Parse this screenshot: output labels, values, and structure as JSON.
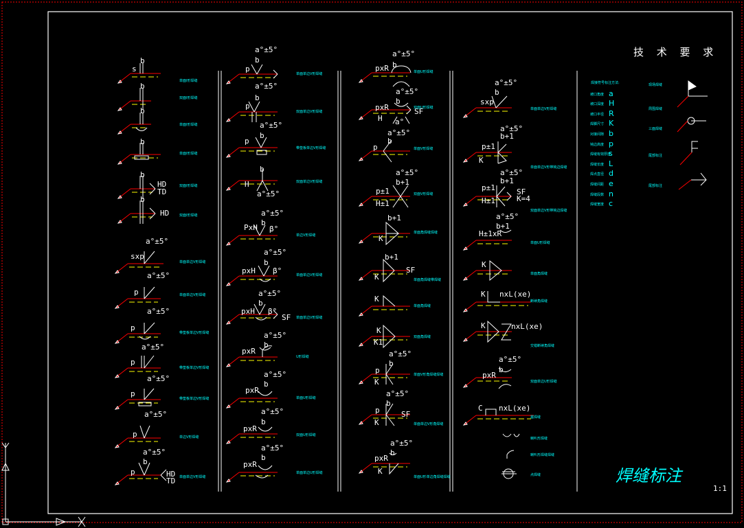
{
  "title": "焊缝标注",
  "scale": "1:1",
  "tech_requirements_title": "技 术 要 求",
  "colors": {
    "background": "#000000",
    "line": "#ffffff",
    "leader": "#ff0000",
    "text": "#ffffff",
    "note": "#00ffff",
    "border": "#ff0000"
  },
  "params": [
    "a",
    "H",
    "R",
    "K",
    "b",
    "p",
    "s",
    "L",
    "d",
    "e",
    "n",
    "c"
  ],
  "icon_symbols": [
    "flag-icon",
    "circle-icon",
    "bracket-icon",
    "arrow-icon"
  ],
  "texts": {
    "c1_b1": "b",
    "c1_s": "s",
    "c1_b2": "b",
    "c1_b3": "b",
    "c1_b4": "b",
    "c1_b5": "b",
    "c1_HD1": "HD",
    "c1_TD1": "TD",
    "c1_b6": "b",
    "c1_HD2": "HD",
    "c1_a7": "a°±5°",
    "c1_sxp": "sxp",
    "c1_a8": "a°±5°",
    "c1_p8": "p",
    "c1_a9": "a°±5°",
    "c1_p9": "p",
    "c1_a10": "a°±5°",
    "c1_p10": "p",
    "c1_a11": "a°±5°",
    "c1_p11": "p",
    "c1_a12": "a°±5°",
    "c1_p12": "p",
    "c1_a13": "a°±5°",
    "c1_b13": "b",
    "c1_p13": "p",
    "c1_HD3": "HD",
    "c1_TD3": "TD",
    "c2_a1": "a°±5°",
    "c2_b1": "b",
    "c2_p1": "p",
    "c2_a2": "a°±5°",
    "c2_b2": "b",
    "c2_p2": "p",
    "c2_a3": "a°±5°",
    "c2_b3": "b",
    "c2_p3": "p",
    "c2_H4": "H",
    "c2_b4": "b",
    "c2_a4": "a°±5°",
    "c2_a5": "a°±5°",
    "c2_b5": "b",
    "c2_PxH5": "PxH",
    "c2_B5": "β°",
    "c2_a6": "a°±5°",
    "c2_b6": "b",
    "c2_pxH6": "pxH",
    "c2_B6": "β°",
    "c2_a7": "a°±5°",
    "c2_b7": "b",
    "c2_pxH7": "pxH",
    "c2_B7": "β°",
    "c2_SF7": "SF",
    "c2_a8": "a°±5°",
    "c2_b8": "b",
    "c2_pxR8": "pxR",
    "c2_a9": "a°±5°",
    "c2_b9": "b",
    "c2_pxR9": "pxR",
    "c2_a10": "a°±5°",
    "c2_b10": "b",
    "c2_pxR10": "pxR",
    "c2_a11": "a°±5°",
    "c2_b11": "b",
    "c2_pxR11": "pxR",
    "c3_a1": "a°±5°",
    "c3_b1": "b",
    "c3_pxR1": "pxR",
    "c3_a2": "a°±5°",
    "c3_b2": "b",
    "c3_pxR2": "pxR",
    "c3_H2": "H",
    "c3_a2b": "a°",
    "c3_SF2": "SF",
    "c3_a3": "a°±5°",
    "c3_b3": "b",
    "c3_p3": "p",
    "c3_a4": "a°±5°",
    "c3_b4": "b+1",
    "c3_p4": "p±1",
    "c3_H4": "H±1",
    "c3_b5": "b+1",
    "c3_K5": "K",
    "c3_b6": "b+1",
    "c3_K6": "K",
    "c3_SF6": "SF",
    "c3_K7": "K",
    "c3_K8": "K",
    "c3_K18": "K1",
    "c3_a9": "a°±5°",
    "c3_b9": "b",
    "c3_p9": "p",
    "c3_K9": "K",
    "c3_a10": "a°±5°",
    "c3_b10": "b",
    "c3_p10": "p",
    "c3_K10": "K",
    "c3_SF10": "SF",
    "c3_a11": "a°±5°",
    "c3_b11": "b",
    "c3_pxR11": "pxR",
    "c3_K11": "K",
    "c4_a1": "a°±5°",
    "c4_b1": "b",
    "c4_sxp1": "sxp",
    "c4_a2": "a°±5°",
    "c4_b2": "b+1",
    "c4_p2": "p±1",
    "c4_K2": "K",
    "c4_a3": "a°±5°",
    "c4_b3": "b+1",
    "c4_p3": "p±1",
    "c4_H3": "H±1",
    "c4_SF3": "SF",
    "c4_K3": "K=4",
    "c4_a4": "a°±5°",
    "c4_b4": "b+1",
    "c4_HR4": "H±1xR",
    "c4_K5": "K",
    "c4_K6": "K",
    "c4_nxL6": "nxL(xe)",
    "c4_K7": "K",
    "c4_nxL7": "nxL(xe)",
    "c4_a8": "a°±5°",
    "c4_b8": "b",
    "c4_pxR8": "pxR",
    "c4_C9": "C",
    "c4_nxL9": "nxL(xe)"
  },
  "notes": {
    "c1_1": "单面I形焊缝",
    "c1_2": "双面I形焊缝",
    "c1_3": "单面I形焊缝",
    "c1_4": "单面I形焊缝",
    "c1_5": "双面I形焊缝",
    "c1_6": "双面I形焊缝",
    "c1_7": "单面单边V形焊缝",
    "c1_8": "单面单边V形焊缝",
    "c1_9": "带垫板单边V形焊缝",
    "c1_10": "带垫板单边V形焊缝",
    "c1_11": "带垫板单边V形焊缝",
    "c1_12": "单边V形焊缝",
    "c1_13": "单面单边V形焊缝",
    "c2_1": "单面单边V形焊缝",
    "c2_2": "双面单边V形焊缝",
    "c2_3": "带垫板单边V形焊缝",
    "c2_4": "双面单边V形焊缝",
    "c2_5": "单边V形焊缝",
    "c2_6": "单面单边V形焊缝",
    "c2_7": "单面单边V形焊缝",
    "c2_8": "U形焊缝",
    "c2_9": "单面U形焊缝",
    "c2_10": "双面U形焊缝",
    "c2_11": "单面单边U形焊缝",
    "c3_1": "单面U形焊缝",
    "c3_2": "双面U形焊缝",
    "c3_3": "单面V形焊缝",
    "c3_4": "双面V形焊缝",
    "c3_5": "单面角焊缝焊缝",
    "c3_6": "单面角焊缝带焊缝",
    "c3_7": "单面角焊缝",
    "c3_8": "双面角焊缝",
    "c3_9": "单面V形角焊缝焊缝",
    "c3_10": "单面单边V形角焊缝",
    "c3_11": "单面U形单边角焊缝焊缝",
    "c4_1": "单面单边V形焊缝",
    "c4_2": "单面单边V形带钝边焊缝",
    "c4_3": "双面单边V形带钝边焊缝",
    "c4_4": "单面U形焊缝",
    "c4_5": "单面角焊缝",
    "c4_6": "断续角焊缝",
    "c4_7": "交错断续角焊缝",
    "c4_8": "双面单边U形焊缝",
    "c4_9": "塞焊缝",
    "c4_10": "喇叭形焊缝",
    "c4_11": "喇叭形焊缝焊缝",
    "c4_12": "点焊缝",
    "p_0": "焊接符号标注方法:",
    "p_1": "坡口角度",
    "p_2": "坡口深度",
    "p_3": "坡口半径",
    "p_4": "焊脚尺寸",
    "p_5": "对接间隙",
    "p_6": "钝边高度",
    "p_7": "焊缝有效厚度",
    "p_8": "焊缝长度",
    "p_9": "焊点直径",
    "p_10": "焊缝间距",
    "p_11": "焊缝段数",
    "p_12": "焊缝宽度",
    "i_1": "现场焊缝",
    "i_2": "周围焊缝",
    "i_3": "三面焊缝",
    "i_4": "尾部标注"
  }
}
